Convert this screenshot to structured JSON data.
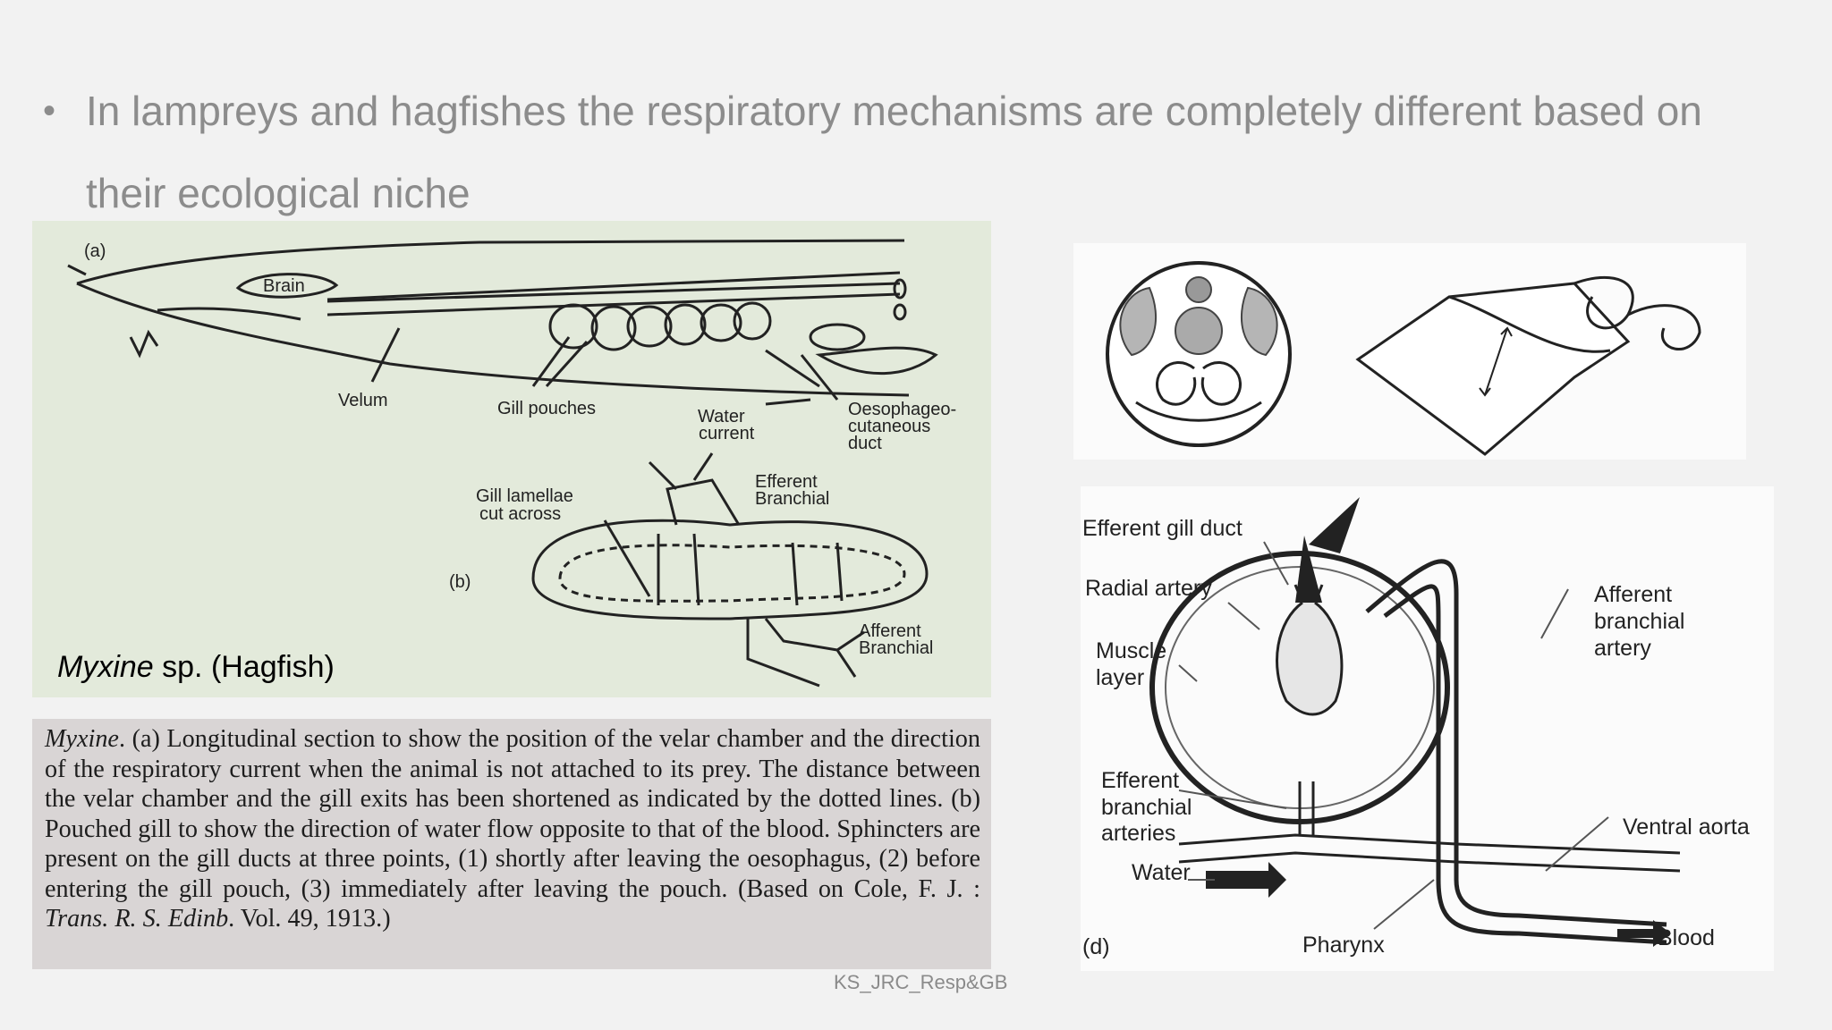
{
  "slide": {
    "bullet": "In lampreys and hagfishes the respiratory mechanisms are completely different based on their ecological niche",
    "footer": "KS_JRC_Resp&GB"
  },
  "figure_hagfish": {
    "panel_a_label": "(a)",
    "panel_b_label": "(b)",
    "labels": {
      "brain": "Brain",
      "velum": "Velum",
      "gill_pouches": "Gill  pouches",
      "water_current_1": "Water",
      "water_current_2": "current",
      "oesophageo_1": "Oesophageo-",
      "oesophageo_2": "cutaneous",
      "oesophageo_3": "duct",
      "gill_lamellae_1": "Gill  lamellae",
      "gill_lamellae_2": "cut  across",
      "efferent_1": "Efferent",
      "efferent_2": "Branchial",
      "afferent_1": "Afferent",
      "afferent_2": "Branchial"
    },
    "caption_italic": "Myxine",
    "caption_rest": " sp. (Hagfish)"
  },
  "figure_caption": {
    "genus": "Myxine",
    "part1": ". (a) Longitudinal section to show the position of the velar chamber and the direction of the respiratory current when the animal is not attached to its prey. The distance between the velar chamber and the gill exits has been shortened as indicated by the dotted lines. (b) Pouched gill to show the direction of water flow opposite to that of the blood. Sphincters are present on the gill ducts at three points, (1) shortly after leaving the oesophagus, (2) before entering the gill pouch, (3) immediately after leaving the pouch. (Based on Cole, F. J. : ",
    "journal": "Trans. R. S. Edinb",
    "part2": ". Vol. 49, 1913.)"
  },
  "figure_gill": {
    "panel_label": "(d)",
    "labels": {
      "efferent_gill_duct": "Efferent gill duct",
      "radial_artery": "Radial artery",
      "muscle_1": "Muscle",
      "muscle_2": "layer",
      "efferent_br_1": "Efferent",
      "efferent_br_2": "branchial",
      "efferent_br_3": "arteries",
      "water": "Water",
      "afferent_1": "Afferent",
      "afferent_2": "branchial",
      "afferent_3": "artery",
      "ventral_aorta": "Ventral aorta",
      "pharynx": "Pharynx",
      "blood": "Blood"
    }
  }
}
